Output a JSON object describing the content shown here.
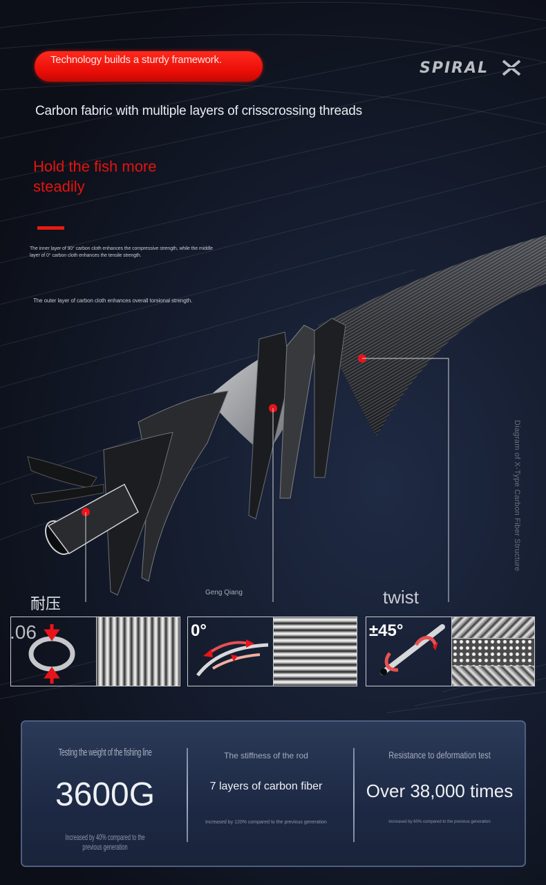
{
  "header": {
    "badge_text": "Technology builds a sturdy framework.",
    "brand_logo": "SPIRAL",
    "brand_logo_icon": "x-mark-logo-icon"
  },
  "intro": {
    "subtitle": "Carbon fabric with multiple layers of crisscrossing threads",
    "heading": "Hold the fish more steadily",
    "description_inner_middle": "The inner layer of 90° carbon cloth enhances the compressive strength, while the middle layer of 0° carbon cloth enhances the tensile strength.",
    "description_outer": "The outer layer of carbon cloth enhances overall torsional strength."
  },
  "diagram": {
    "vertical_caption": "Diagram of X-Type Carbon Fiber Structure",
    "marker_color": "#e8141a",
    "layers": [
      {
        "label": "耐压",
        "angle_label": ".06",
        "icon": "compression-ring-icon",
        "pattern": "vertical-stripes"
      },
      {
        "label": "Geng Qiang",
        "angle_label": "0°",
        "icon": "tension-arrows-icon",
        "pattern": "horizontal-stripes"
      },
      {
        "label": "twist",
        "angle_label": "±45°",
        "icon": "torsion-rotation-icon",
        "pattern": "crosshatch-weave"
      }
    ]
  },
  "stats": [
    {
      "caption": "Testing the weight of the fishing line",
      "value": "3600G",
      "note": "Increased by 40% compared to the previous generation"
    },
    {
      "caption": "The stiffness of the rod",
      "value": "7 layers of carbon fiber",
      "note": "Increased by 120% compared to the previous generation"
    },
    {
      "caption": "Resistance to deformation test",
      "value": "Over 38,000 times",
      "note": "Increased by 60% compared to the previous generation"
    }
  ],
  "colors": {
    "accent_red": "#e5130e",
    "background": "#0f1320",
    "stats_panel": "#1d2944",
    "stats_border": "#4e5f80"
  }
}
